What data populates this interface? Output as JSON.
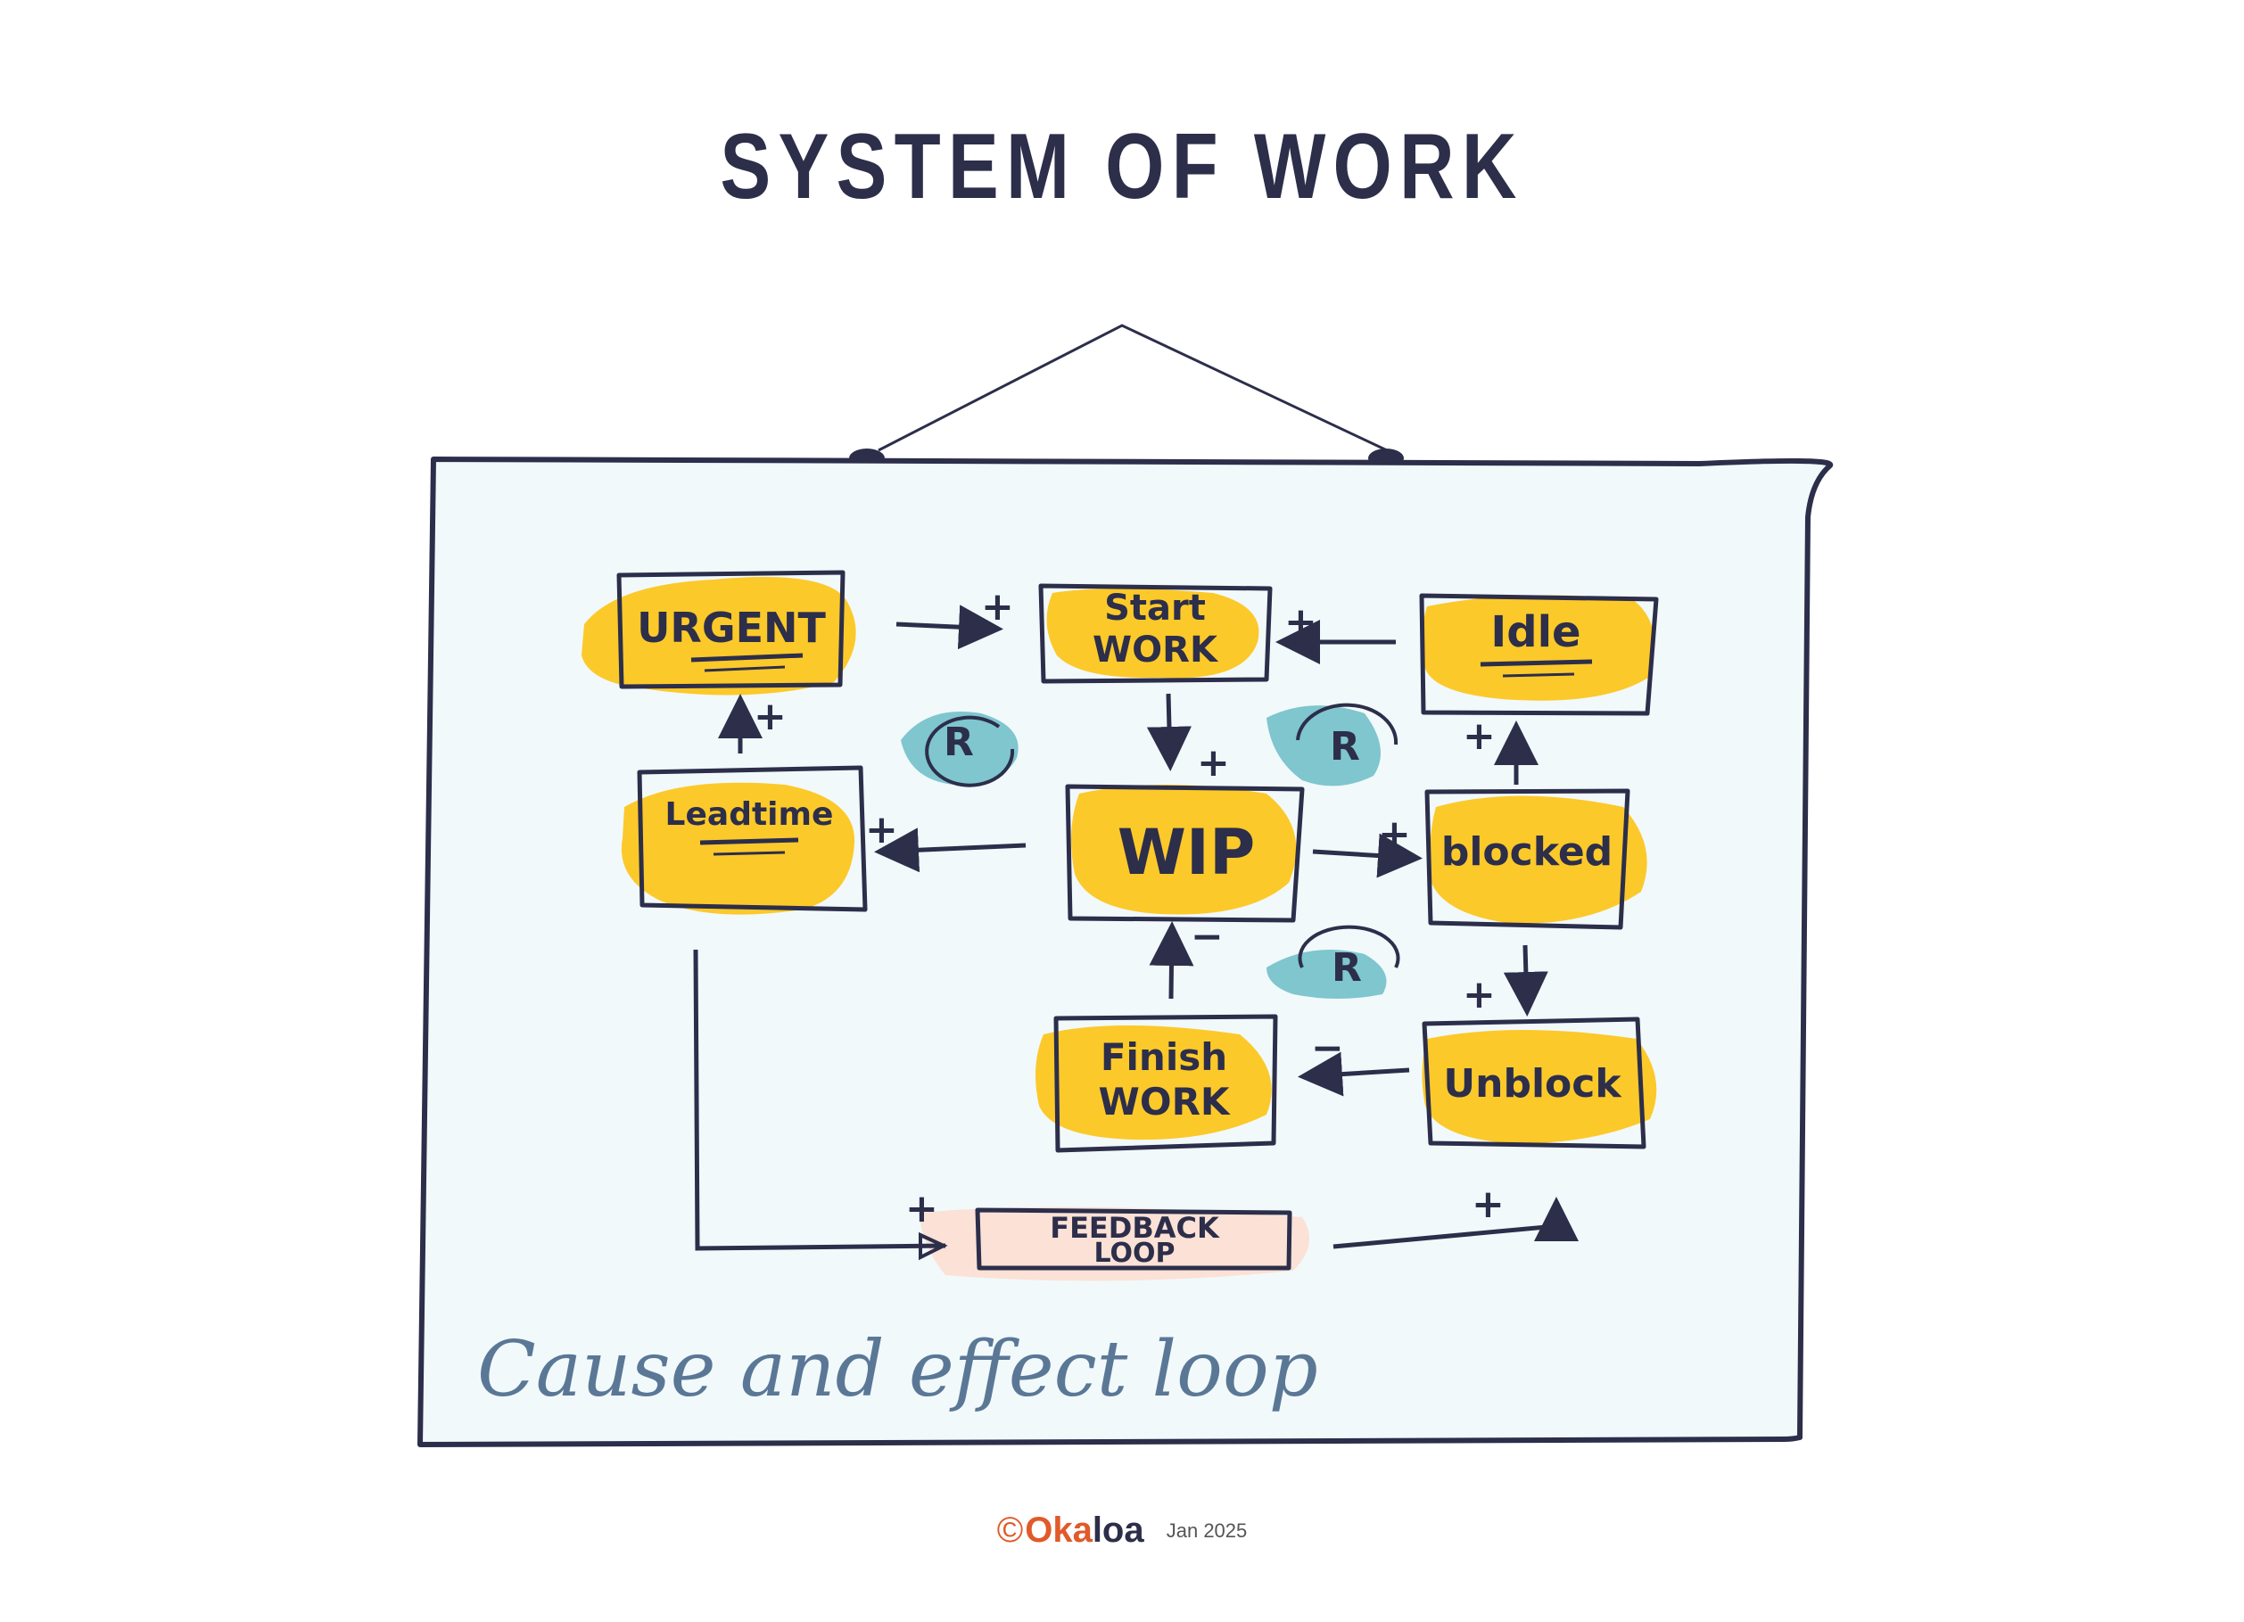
{
  "title": "SYSTEM OF WORK",
  "boxes": {
    "urgent": "URGENT",
    "start_work_1": "Start",
    "start_work_2": "WORK",
    "idle": "Idle",
    "leadtime": "Leadtime",
    "wip": "WIP",
    "blocked": "blocked",
    "finish_work_1": "Finish",
    "finish_work_2": "WORK",
    "unblock": "Unblock",
    "feedback_1": "FEEDBACK",
    "feedback_2": "LOOP"
  },
  "loops": {
    "loop1": "R",
    "loop2": "R",
    "loop3": "R"
  },
  "signs": {
    "plus": "+",
    "minus": "−"
  },
  "caption": "Cause and effect loop",
  "footer": {
    "copyright": "©",
    "brand_first": "Oka",
    "brand_rest": "loa",
    "date": "Jan 2025"
  },
  "colors": {
    "ink": "#2c2e4a",
    "highlight": "#fcc92a",
    "loop_bubble": "#7fc6cf",
    "feedback_fill": "#fbe1d6",
    "board_fill": "#f1f9fb",
    "caption": "#5a7896",
    "brand": "#e05a2a"
  }
}
